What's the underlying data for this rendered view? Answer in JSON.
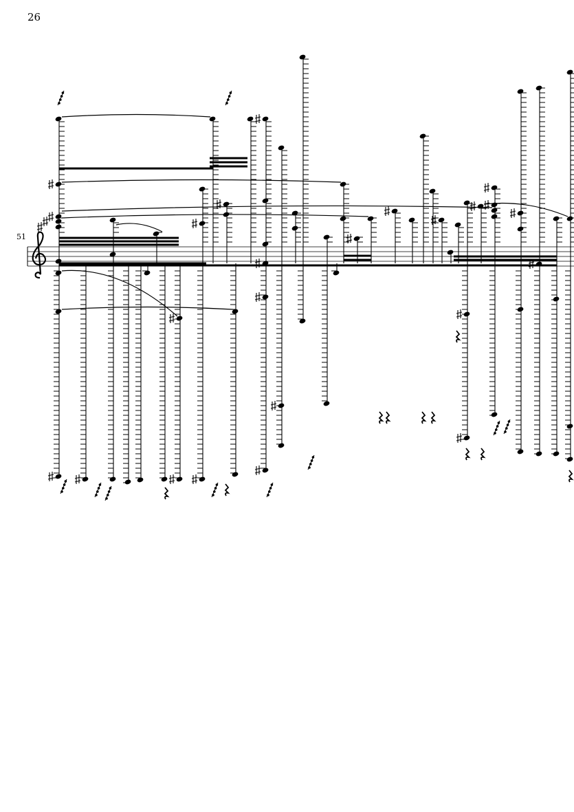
{
  "page": {
    "number": "26"
  },
  "system": {
    "measure_number": "51",
    "clef": "treble-clef"
  },
  "colors": {
    "ink": "#000000",
    "paper": "#ffffff"
  }
}
